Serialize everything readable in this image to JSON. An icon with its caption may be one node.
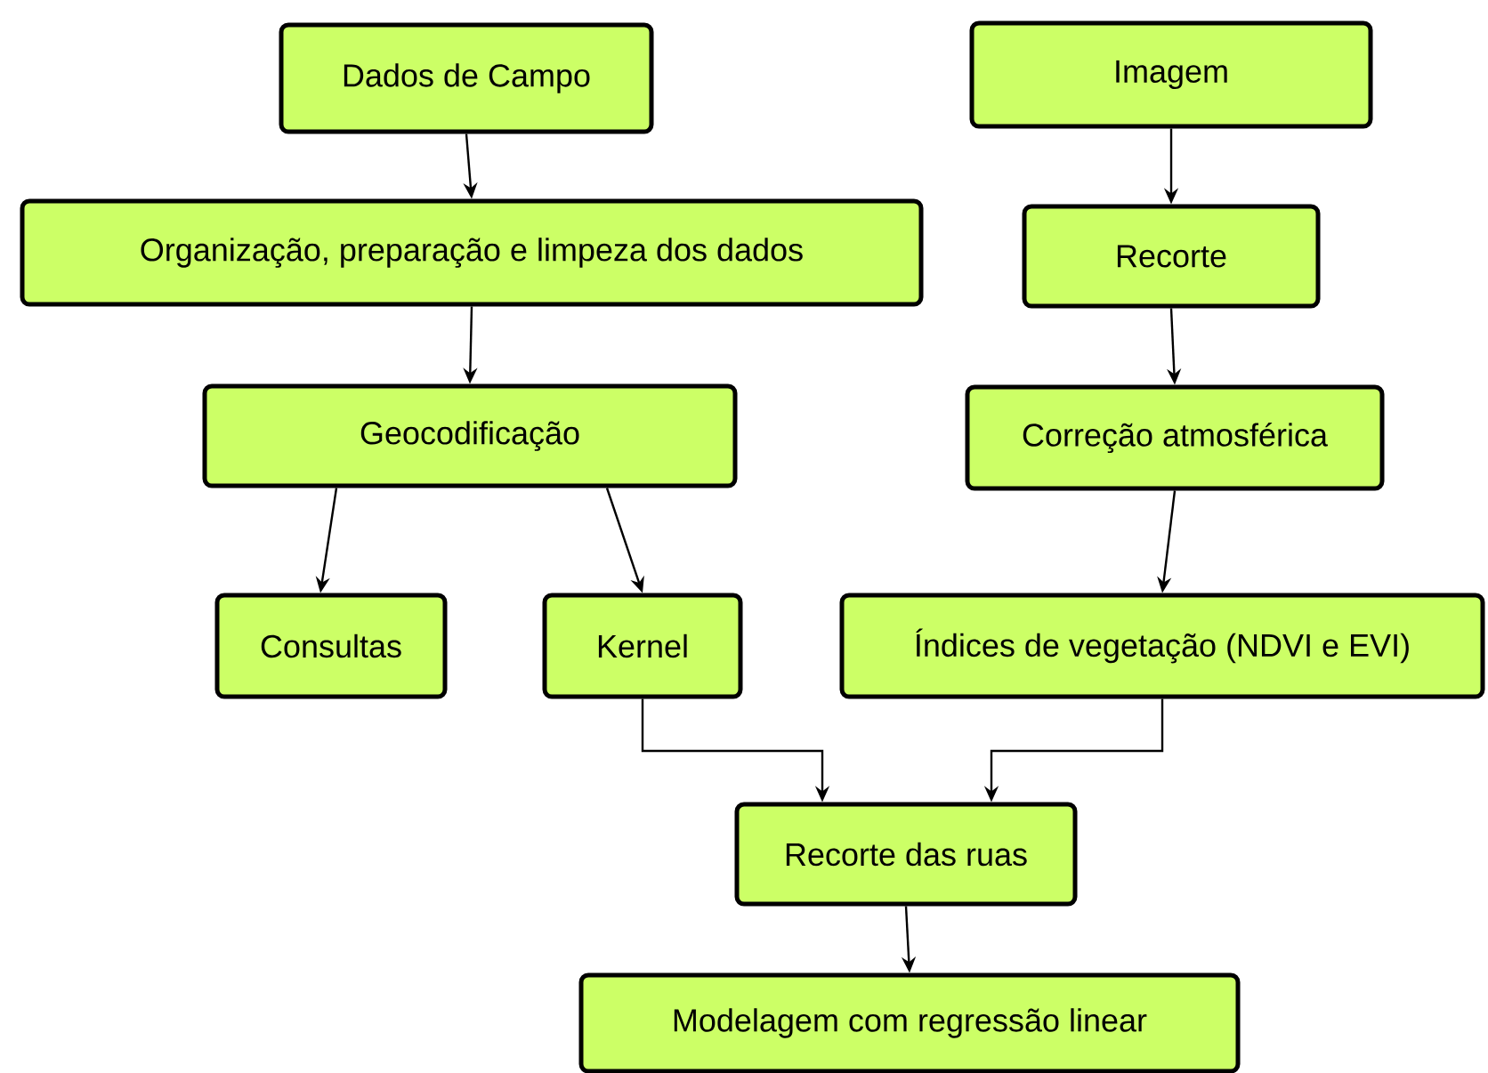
{
  "diagram": {
    "nodes": [
      {
        "text": [
          "Dados de Campo"
        ]
      },
      {
        "text": [
          "Organização, preparação e limpeza dos dados"
        ]
      },
      {
        "text": [
          "Geocodificação"
        ]
      },
      {
        "text": [
          "Consultas"
        ]
      },
      {
        "text": [
          "Kernel"
        ]
      },
      {
        "text": [
          "Imagem"
        ]
      },
      {
        "text": [
          "Recorte"
        ]
      },
      {
        "text": [
          "Correção atmosférica"
        ]
      },
      {
        "text": [
          "Índices de vegetação (NDVI e EVI)"
        ]
      },
      {
        "text": [
          "Recorte das ruas"
        ]
      },
      {
        "text": [
          "Modelagem com regressão linear"
        ]
      }
    ],
    "edges": [
      {
        "from": 0,
        "to": 1,
        "arrow": "to"
      },
      {
        "from": 1,
        "to": 2,
        "arrow": "to"
      },
      {
        "from": 2,
        "to": 3,
        "arrow": "to"
      },
      {
        "from": 2,
        "to": 4,
        "arrow": "to"
      },
      {
        "from": 5,
        "to": 6,
        "arrow": "to"
      },
      {
        "from": 6,
        "to": 7,
        "arrow": "to"
      },
      {
        "from": 7,
        "to": 8,
        "arrow": "to"
      },
      {
        "from": 4,
        "to": 9,
        "arrow": "to"
      },
      {
        "from": 8,
        "to": 9,
        "arrow": "to"
      },
      {
        "from": 9,
        "to": 10,
        "arrow": "to"
      }
    ]
  }
}
